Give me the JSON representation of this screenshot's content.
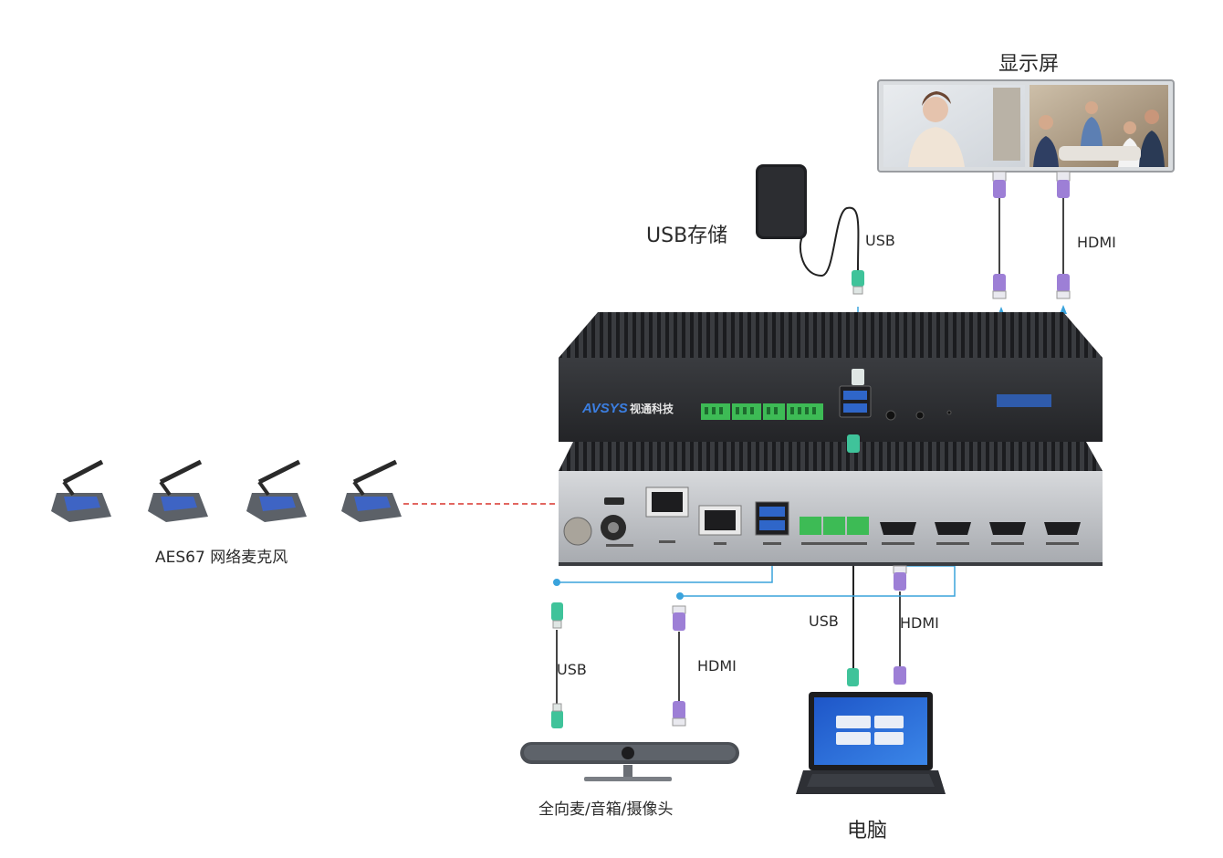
{
  "labels": {
    "display": "显示屏",
    "usb_storage": "USB存储",
    "aes67_mics": "AES67 网络麦克风",
    "camera_speaker": "全向麦/音箱/摄像头",
    "computer": "电脑"
  },
  "connections": {
    "storage_usb": "USB",
    "display_hdmi": "HDMI",
    "camera_usb": "USB",
    "camera_hdmi": "HDMI",
    "pc_usb": "USB",
    "pc_hdmi": "HDMI"
  },
  "device": {
    "brand": "AVSYS",
    "brand_cn": "视通科技"
  },
  "colors": {
    "link_blue": "#3aa3dc",
    "network_red": "#d9342b",
    "hdmi_purple": "#9d7fd6",
    "usb_teal": "#3fc39a",
    "chassis_dark": "#2b2d31",
    "panel_silver": "#b9bcc0",
    "terminal_green": "#3dbb55"
  },
  "icons": [
    "display-screen-icon",
    "usb-drive-icon",
    "conference-mic-icon",
    "soundbar-camera-icon",
    "laptop-icon",
    "hdmi-plug-icon",
    "usb-plug-icon",
    "rj45-port-icon"
  ]
}
